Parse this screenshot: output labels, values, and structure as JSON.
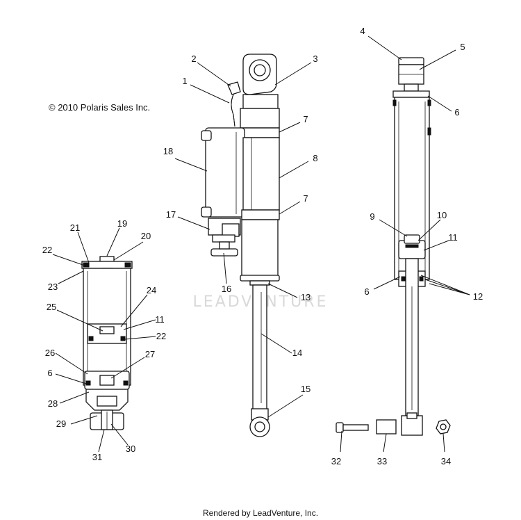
{
  "copyright": "© 2010 Polaris Sales Inc.",
  "footer": "Rendered by LeadVenture, Inc.",
  "watermark": "LEADVENTURE",
  "callouts": [
    "1",
    "2",
    "3",
    "4",
    "5",
    "6",
    "6",
    "6",
    "7",
    "7",
    "8",
    "9",
    "10",
    "11",
    "11",
    "12",
    "13",
    "14",
    "15",
    "16",
    "17",
    "18",
    "19",
    "20",
    "21",
    "22",
    "22",
    "23",
    "24",
    "25",
    "26",
    "27",
    "28",
    "29",
    "30",
    "31",
    "32",
    "33",
    "34"
  ]
}
